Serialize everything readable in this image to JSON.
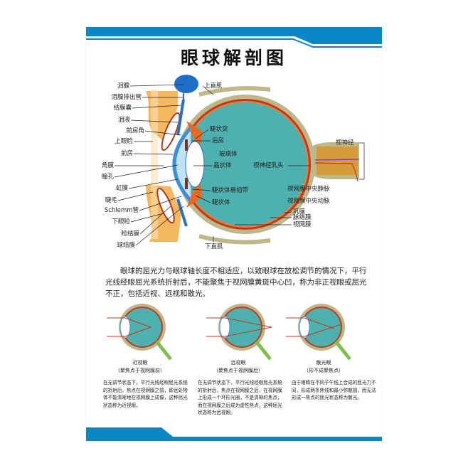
{
  "title": "眼球解剖图",
  "colors": {
    "brand_blue": "#0a86c4",
    "vitreous": "#4fb0b0",
    "sclera": "#bdb78a",
    "choroid": "#c4381e",
    "cornea": "#3a8fd6"
  },
  "anatomy_labels": {
    "left": [
      "泪腺",
      "泪腺排出管",
      "结膜囊",
      "泪液",
      "前房角",
      "上眼睑",
      "前房",
      "角膜",
      "瞳孔",
      "虹膜",
      "睫毛",
      "Schlemm管",
      "下眼睑",
      "睑结膜",
      "球结膜"
    ],
    "inner": [
      "上直肌",
      "睫状突",
      "后房",
      "玻璃体",
      "晶状体",
      "睫状体悬韧带",
      "睫状体",
      "下直肌"
    ],
    "right": [
      "视神经",
      "视神经乳头",
      "视网膜中央静脉",
      "视网膜中央动脉",
      "巩膜",
      "脉络膜",
      "视网膜"
    ]
  },
  "intro": "眼球的屈光力与眼球轴长度不相适应，以致眼球在放松调节的情况下，平行光线经眼屈光系统折射后，不能聚焦于视网膜黄斑中心凹，称为非正视眼或屈光不正，包括近视、远视和散光。",
  "conditions": [
    {
      "name": "近视眼",
      "note": "（聚焦点于视网膜前）",
      "text": "在无调节状态下，平行光线经眼屈光系统的折射后，焦点在视网膜之前，即远处物体不能清晰地在视网膜上成像，这种屈光状态称为近视眼。"
    },
    {
      "name": "远视眼",
      "note": "（聚焦点于视网膜后）",
      "text": "在无调节状态下，平行光线经眼屈光系统的折射后，焦点在视网膜之后，在视网膜上形成一个环形光圈，不是清晰的焦点，而在视网膜之后成为虚性焦点，这种屈光状态称为远视眼。"
    },
    {
      "name": "散光眼",
      "note": "（形不成聚焦点）",
      "text": "由于眼睛在不同子午线上合成的屈光力不同，形成两条焦线和最小弥散圆，而无法形成一焦点的屈光状态称为散光。"
    }
  ]
}
